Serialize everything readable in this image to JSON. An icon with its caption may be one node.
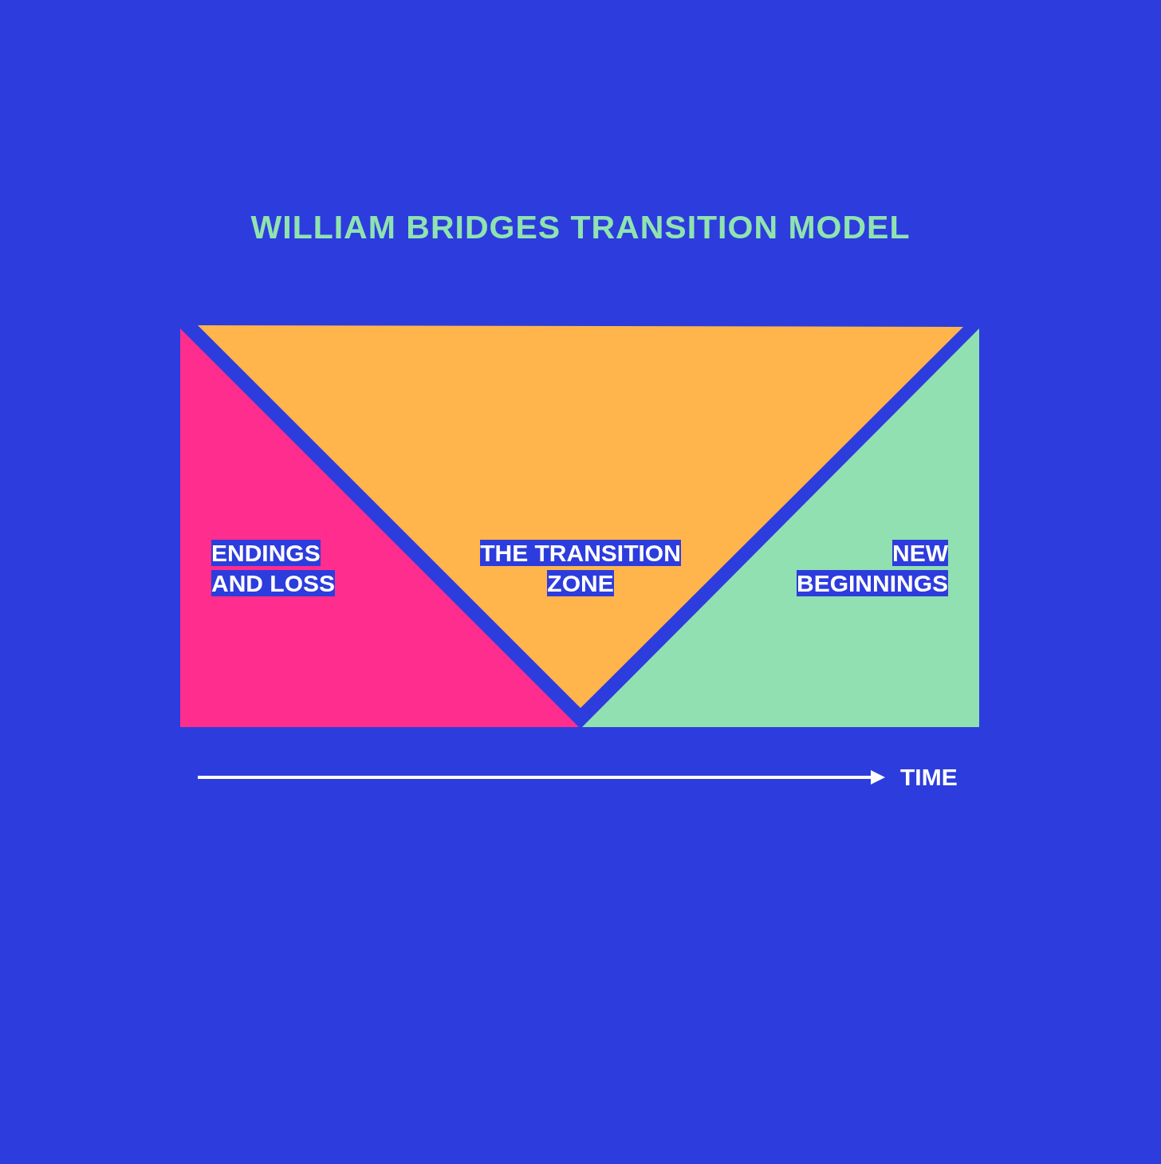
{
  "diagram": {
    "title": "WILLIAM BRIDGES TRANSITION MODEL",
    "nodes": [
      {
        "text": [
          "ENDINGS AND LOSS"
        ]
      },
      {
        "text": [
          "THE TRANSITION ZONE"
        ]
      },
      {
        "text": [
          "NEW BEGINNINGS"
        ]
      }
    ],
    "edges": [],
    "labels": [
      "TIME"
    ]
  }
}
